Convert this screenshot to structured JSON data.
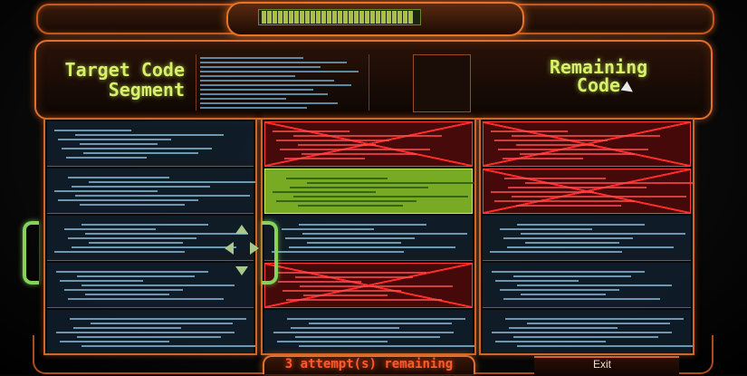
{
  "header": {
    "target_title": "Target Code Segment",
    "remaining_title": "Remaining Code"
  },
  "footer": {
    "attempts_text": "3 attempt(s) remaining",
    "exit_label": "Exit"
  },
  "progress": {
    "segments_total": 28,
    "segments_lit": 28
  },
  "colors": {
    "frame_orange": "#e07030",
    "title_green": "#d7ef6a",
    "selection_green": "#8cc828",
    "eliminated_red": "#ff2a2a",
    "warning_red": "#ff5a2a"
  },
  "columns": {
    "left": {
      "rows": [
        "code",
        "code",
        "code",
        "code",
        "code"
      ]
    },
    "middle": {
      "rows": [
        "eliminated",
        "selected",
        "code",
        "eliminated",
        "code"
      ]
    },
    "right": {
      "rows": [
        "eliminated",
        "eliminated",
        "code",
        "code",
        "code"
      ]
    }
  },
  "icons": {
    "bracket_left": "left-bracket-icon",
    "bracket_right": "right-bracket-icon",
    "cursor": "cursor-icon",
    "nav": [
      "up-arrow-icon",
      "down-arrow-icon",
      "left-arrow-icon",
      "right-arrow-icon"
    ]
  }
}
